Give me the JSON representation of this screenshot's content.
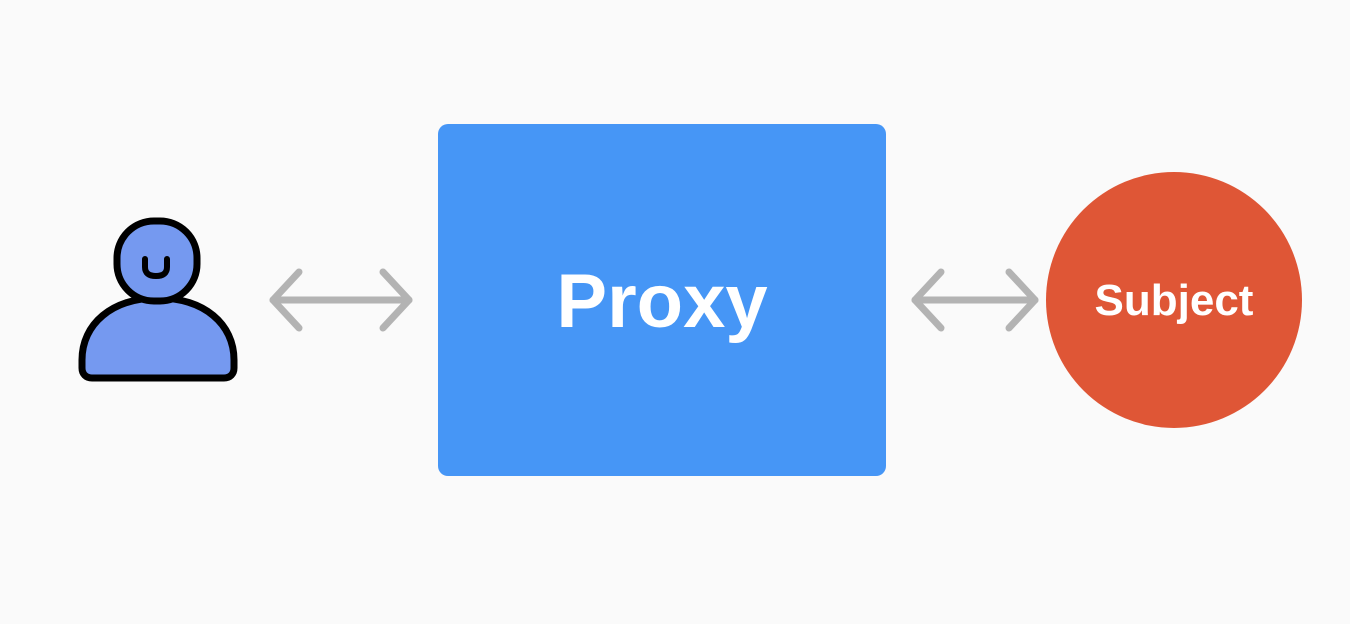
{
  "diagram": {
    "nodes": {
      "client": {
        "icon": "user-icon",
        "fill_color": "#7599f0",
        "stroke_color": "#000000"
      },
      "proxy": {
        "label": "Proxy",
        "color": "#4696f6"
      },
      "subject": {
        "label": "Subject",
        "color": "#df5636"
      }
    },
    "edges": [
      {
        "from": "client",
        "to": "proxy",
        "style": "bidirectional-arrow",
        "color": "#b3b3b3"
      },
      {
        "from": "proxy",
        "to": "subject",
        "style": "bidirectional-arrow",
        "color": "#b3b3b3"
      }
    ]
  }
}
